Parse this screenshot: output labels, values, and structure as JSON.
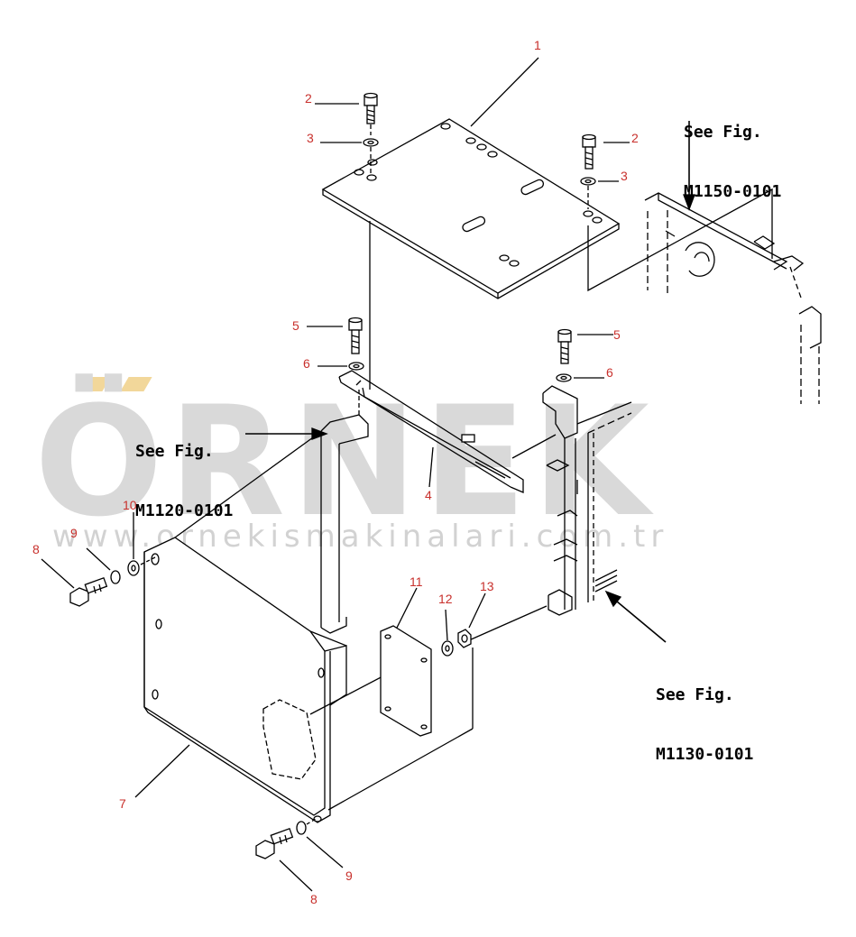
{
  "watermark": {
    "brand": "ÖRNEK",
    "url": "www.ornekismakinalari.com.tr"
  },
  "references": [
    {
      "line1": "See Fig.",
      "line2": "M1150-0101"
    },
    {
      "line1": "See Fig.",
      "line2": "M1120-0101"
    },
    {
      "line1": "See Fig.",
      "line2": "M1130-0101"
    }
  ],
  "callouts": [
    "1",
    "2",
    "3",
    "2",
    "3",
    "5",
    "6",
    "5",
    "6",
    "4",
    "10",
    "9",
    "8",
    "11",
    "12",
    "13",
    "7",
    "9",
    "8"
  ],
  "colors": {
    "callout": "#c8302c",
    "line": "#000000",
    "watermark": "#d9d9d9",
    "watermark_accent": "#f2d79a"
  }
}
